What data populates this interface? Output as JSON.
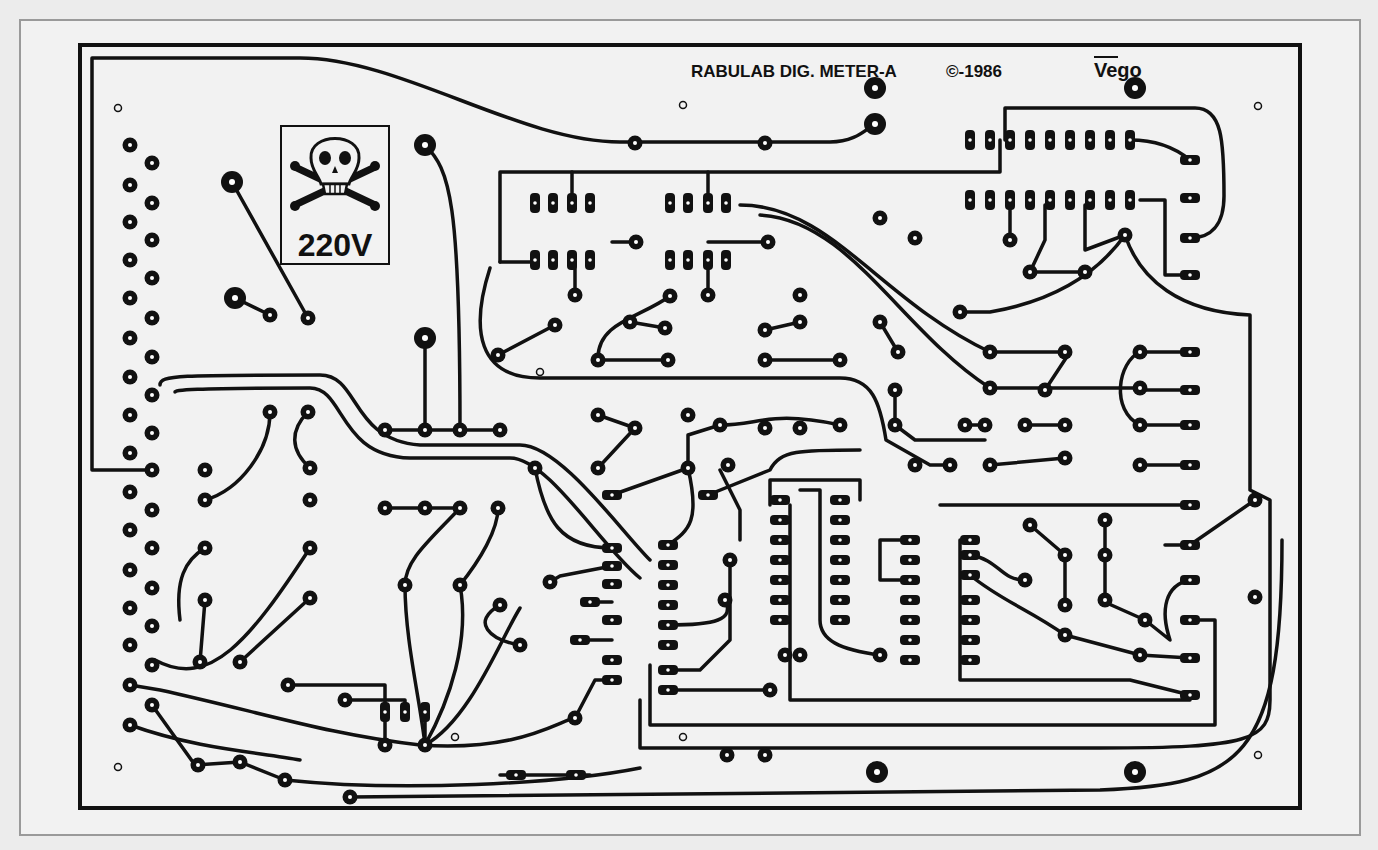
{
  "diagram": {
    "nodes": [
      {
        "text": [
          "220V"
        ]
      }
    ],
    "edges": [],
    "labels": [
      "RABULAB DIG. METER-A",
      "©-1986",
      "Vego"
    ]
  }
}
